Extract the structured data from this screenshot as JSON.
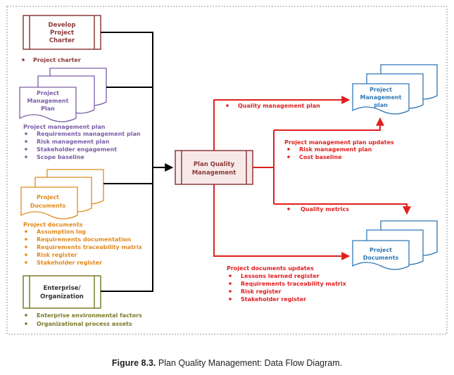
{
  "inputs": {
    "develop_charter": {
      "title": [
        "Develop",
        "Project",
        "Charter"
      ],
      "items": [
        "Project charter"
      ]
    },
    "pm_plan": {
      "title": [
        "Project",
        "Management",
        "Plan"
      ],
      "heading": "Project management plan",
      "items": [
        "Requirements management plan",
        "Risk management plan",
        "Stakeholder engagement",
        "Scope baseline"
      ]
    },
    "project_documents": {
      "title": [
        "Project",
        "Documents"
      ],
      "heading": "Project documents",
      "items": [
        "Assumption log",
        "Requirements documentation",
        "Requirements traceability matrix",
        "Risk register",
        "Stakeholder register"
      ]
    },
    "enterprise": {
      "title": [
        "Enterprise/",
        "Organization"
      ],
      "items": [
        "Enterprise environmental factors",
        "Organizational process assets"
      ]
    }
  },
  "process": {
    "title": [
      "Plan Quality",
      "Management"
    ]
  },
  "outputs": {
    "qmp_label": "Quality management plan",
    "pm_plan": {
      "title": [
        "Project",
        "Management",
        "plan"
      ]
    },
    "pm_plan_updates": {
      "heading": "Project management plan updates",
      "items": [
        "Risk management plan",
        "Cost baseline"
      ]
    },
    "quality_metrics_label": "Quality metrics",
    "project_documents": {
      "title": [
        "Project",
        "Documents"
      ]
    },
    "doc_updates": {
      "heading": "Project documents updates",
      "items": [
        "Lessons learned register",
        "Requirements traceability matrix",
        "Risk register",
        "Stakeholder register"
      ]
    }
  },
  "caption": {
    "label": "Figure 8.3.",
    "text": " Plan Quality Management: Data Flow Diagram."
  },
  "colors": {
    "charter": "#8b3a3a",
    "plan": "#7b5ea7",
    "documents": "#e08a1e",
    "enterprise": "#7a7a2a",
    "output": "#e01f1f",
    "output_doc": "#2e78b7",
    "process_fill": "#f8e9e9",
    "frame": "#999999"
  }
}
